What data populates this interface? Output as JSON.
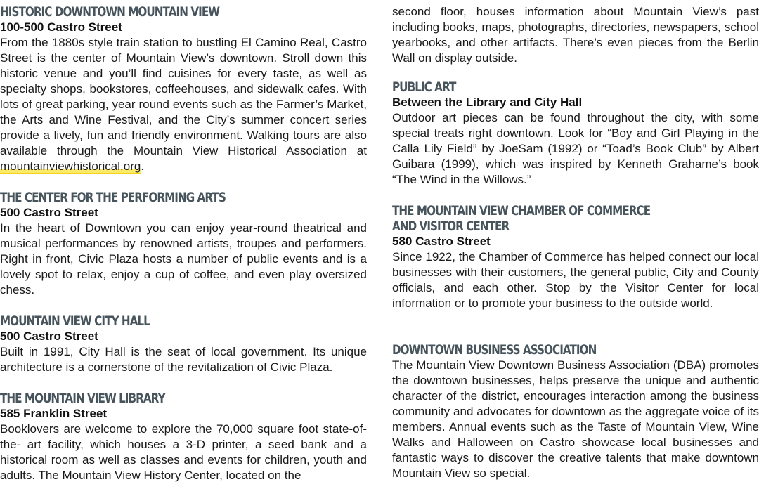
{
  "left_column": {
    "downtown": {
      "heading": "Historic Downtown Mountain View",
      "address": "100-500 Castro Street",
      "body": "From the 1880s style train station to bustling El Camino Real, Castro Street is the center of Mountain View’s downtown. Stroll down this historic venue and you’ll find cuisines for every taste, as well as specialty shops, bookstores, coffeehouses, and sidewalk cafes. With lots of great parking, year round events such as the Farmer’s Market, the Arts and Wine Festival, and the City’s summer concert series provide a lively, fun and friendly environment. Walking tours are also available through the Mountain View Historical Association at ",
      "link_text": "mountainviewhistorical.org",
      "body_end": "."
    },
    "performing_arts": {
      "heading": "The Center for the Performing Arts",
      "address": "500 Castro Street",
      "body": "In the heart of Downtown you can enjoy year-round theatrical and musical performances by renowned artists, troupes and performers. Right in front, Civic Plaza hosts a number of public events and is a lovely spot to relax, enjoy a cup of coffee, and even play oversized chess."
    },
    "city_hall": {
      "heading": "Mountain View City Hall",
      "address": "500 Castro Street",
      "body": "Built in 1991, City Hall is the seat of local government. Its unique architecture is a cornerstone of the revitalization of Civic Plaza."
    },
    "library": {
      "heading": "The Mountain View Library",
      "address": "585 Franklin Street",
      "body": "Booklovers are welcome to explore the 70,000 square foot state-of-the- art facility, which houses a 3-D printer, a seed bank and a historical room as well as classes and events for children, youth and adults. The Mountain View History Center, located on the"
    }
  },
  "right_column": {
    "library_continued": {
      "body": "second floor, houses information about Mountain View’s past including books, maps, photographs, directories, newspapers, school yearbooks, and other artifacts. There’s even pieces from the Berlin Wall on display outside."
    },
    "public_art": {
      "heading": "Public Art",
      "address": "Between the Library and City Hall",
      "body": "Outdoor art pieces can be found throughout the city, with some special treats right downtown. Look for “Boy and Girl Playing in the Calla Lily Field” by JoeSam (1992) or “Toad’s Book Club” by Albert Guibara (1999), which was inspired by Kenneth Grahame’s book “The Wind in the Willows.”"
    },
    "chamber": {
      "heading_line1": "The Mountain View Chamber of Commerce",
      "heading_line2": "and Visitor Center",
      "address": "580 Castro Street",
      "body": "Since 1922, the Chamber of Commerce has helped connect our local businesses with their customers, the general public, City and County officials, and each other. Stop by the Visitor Center for local information or to promote your business to the outside world."
    },
    "dba": {
      "heading": "Downtown Business Association",
      "body": "The Mountain View Downtown Business Association (DBA) promotes the downtown businesses, helps preserve the unique and authentic character of the district, encourages interaction among the business community and advocates for downtown as the aggregate voice of its members. Annual events such as the Taste of Mountain View, Wine Walks and Halloween on Castro showcase local businesses and fantastic ways to discover the creative talents that make downtown Mountain View so special."
    }
  },
  "colors": {
    "heading": "#47545c",
    "text": "#1a1a1a",
    "link_highlight": "#fbe96a"
  }
}
